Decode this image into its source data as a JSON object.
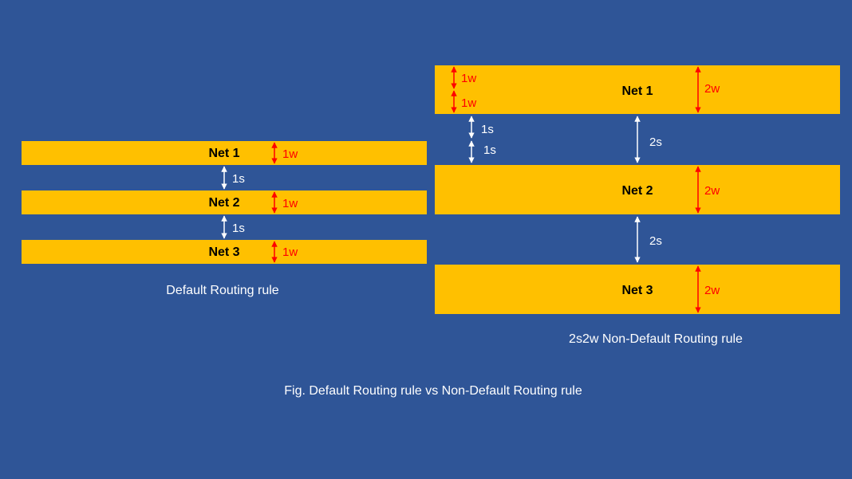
{
  "colors": {
    "background": "#2f5597",
    "track": "#ffc000",
    "width_arrow": "#ff0000",
    "spacing_arrow": "#ffffff"
  },
  "default_rule": {
    "caption": "Default Routing rule",
    "nets": [
      {
        "name": "Net 1",
        "width_label": "1w"
      },
      {
        "name": "Net 2",
        "width_label": "1w"
      },
      {
        "name": "Net 3",
        "width_label": "1w"
      }
    ],
    "spacings": [
      "1s",
      "1s"
    ]
  },
  "ndr_rule": {
    "caption": "2s2w Non-Default Routing rule",
    "nets": [
      {
        "name": "Net 1",
        "width_label": "2w",
        "sub_widths": [
          "1w",
          "1w"
        ]
      },
      {
        "name": "Net 2",
        "width_label": "2w"
      },
      {
        "name": "Net 3",
        "width_label": "2w"
      }
    ],
    "spacings": [
      "2s",
      "2s"
    ],
    "sub_spacings": [
      "1s",
      "1s"
    ]
  },
  "figure_caption": "Fig. Default Routing rule vs Non-Default Routing rule"
}
